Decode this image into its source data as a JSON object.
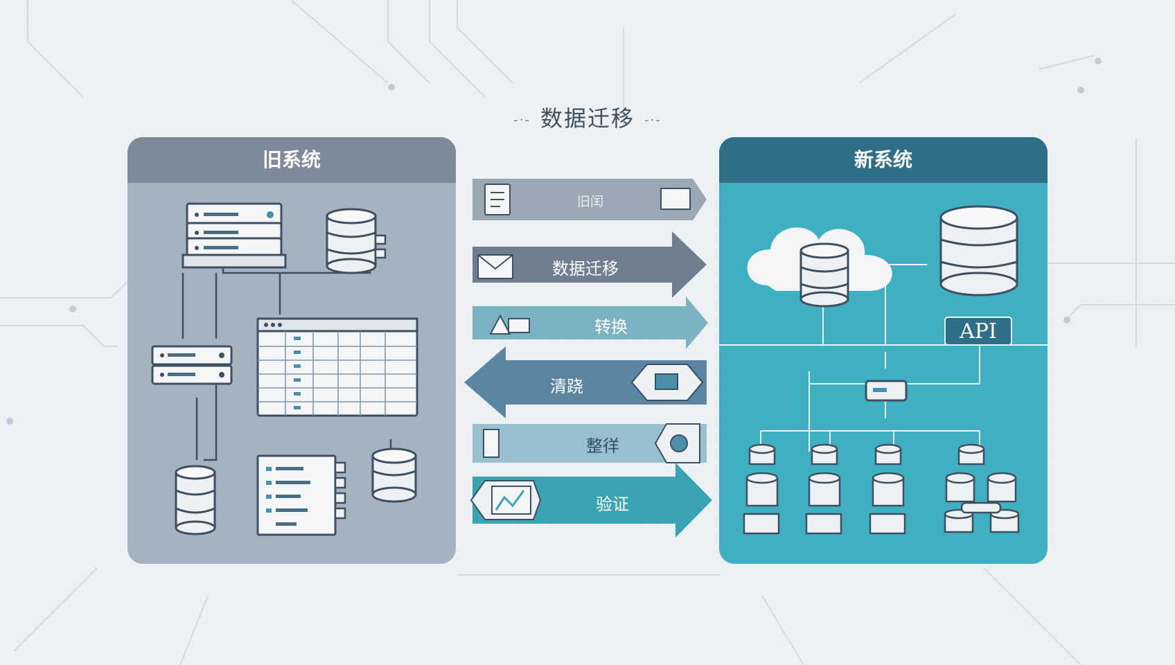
{
  "diagram": {
    "title": "数据迁移",
    "title_dashes": {
      "left": "-·-",
      "right": "-·-"
    }
  },
  "old_system": {
    "title": "旧系统",
    "color": "#a5b2c0",
    "header_color": "#7c8a99"
  },
  "new_system": {
    "title": "新系统",
    "color": "#3fb0c1",
    "header_color": "#2e6f87",
    "api_label": "API"
  },
  "flow_steps": [
    {
      "label": "旧闰",
      "direction": "right",
      "color": "#8d9aa8",
      "icon": "document-icon"
    },
    {
      "label": "数据迁移",
      "direction": "right",
      "color": "#6f7f90",
      "icon": "envelope-icon"
    },
    {
      "label": "转换",
      "direction": "right",
      "color": "#7cb3c2",
      "icon": "transform-icon"
    },
    {
      "label": "清跷",
      "direction": "left",
      "color": "#5b86a3",
      "icon": "database-icon"
    },
    {
      "label": "整徉",
      "direction": "right",
      "color": "#8ab7c7",
      "icon": "gear-icon"
    },
    {
      "label": "验证",
      "direction": "right",
      "color": "#3aa3b4",
      "icon": "chart-icon"
    }
  ]
}
